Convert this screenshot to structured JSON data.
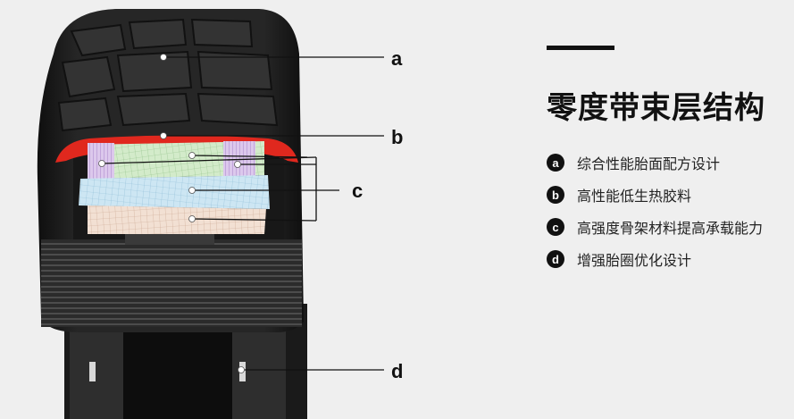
{
  "diagram": {
    "callouts": [
      "a",
      "b",
      "c",
      "d"
    ]
  },
  "panel": {
    "title": "零度带束层结构",
    "features": [
      {
        "badge": "a",
        "text": "综合性能胎面配方设计"
      },
      {
        "badge": "b",
        "text": "高性能低生热胶料"
      },
      {
        "badge": "c",
        "text": "高强度骨架材料提高承载能力"
      },
      {
        "badge": "d",
        "text": "增强胎圈优化设计"
      }
    ]
  },
  "colors": {
    "background": "#efefef",
    "tire": "#1c1c1c",
    "tread_block": "#2a2a2a",
    "red_belt": "#e0281e",
    "layer_green": "#cfe8c8",
    "layer_blue": "#c9e4f2",
    "layer_peach": "#f0dccf",
    "layer_purple": "#d9c4e8",
    "text": "#111111"
  }
}
